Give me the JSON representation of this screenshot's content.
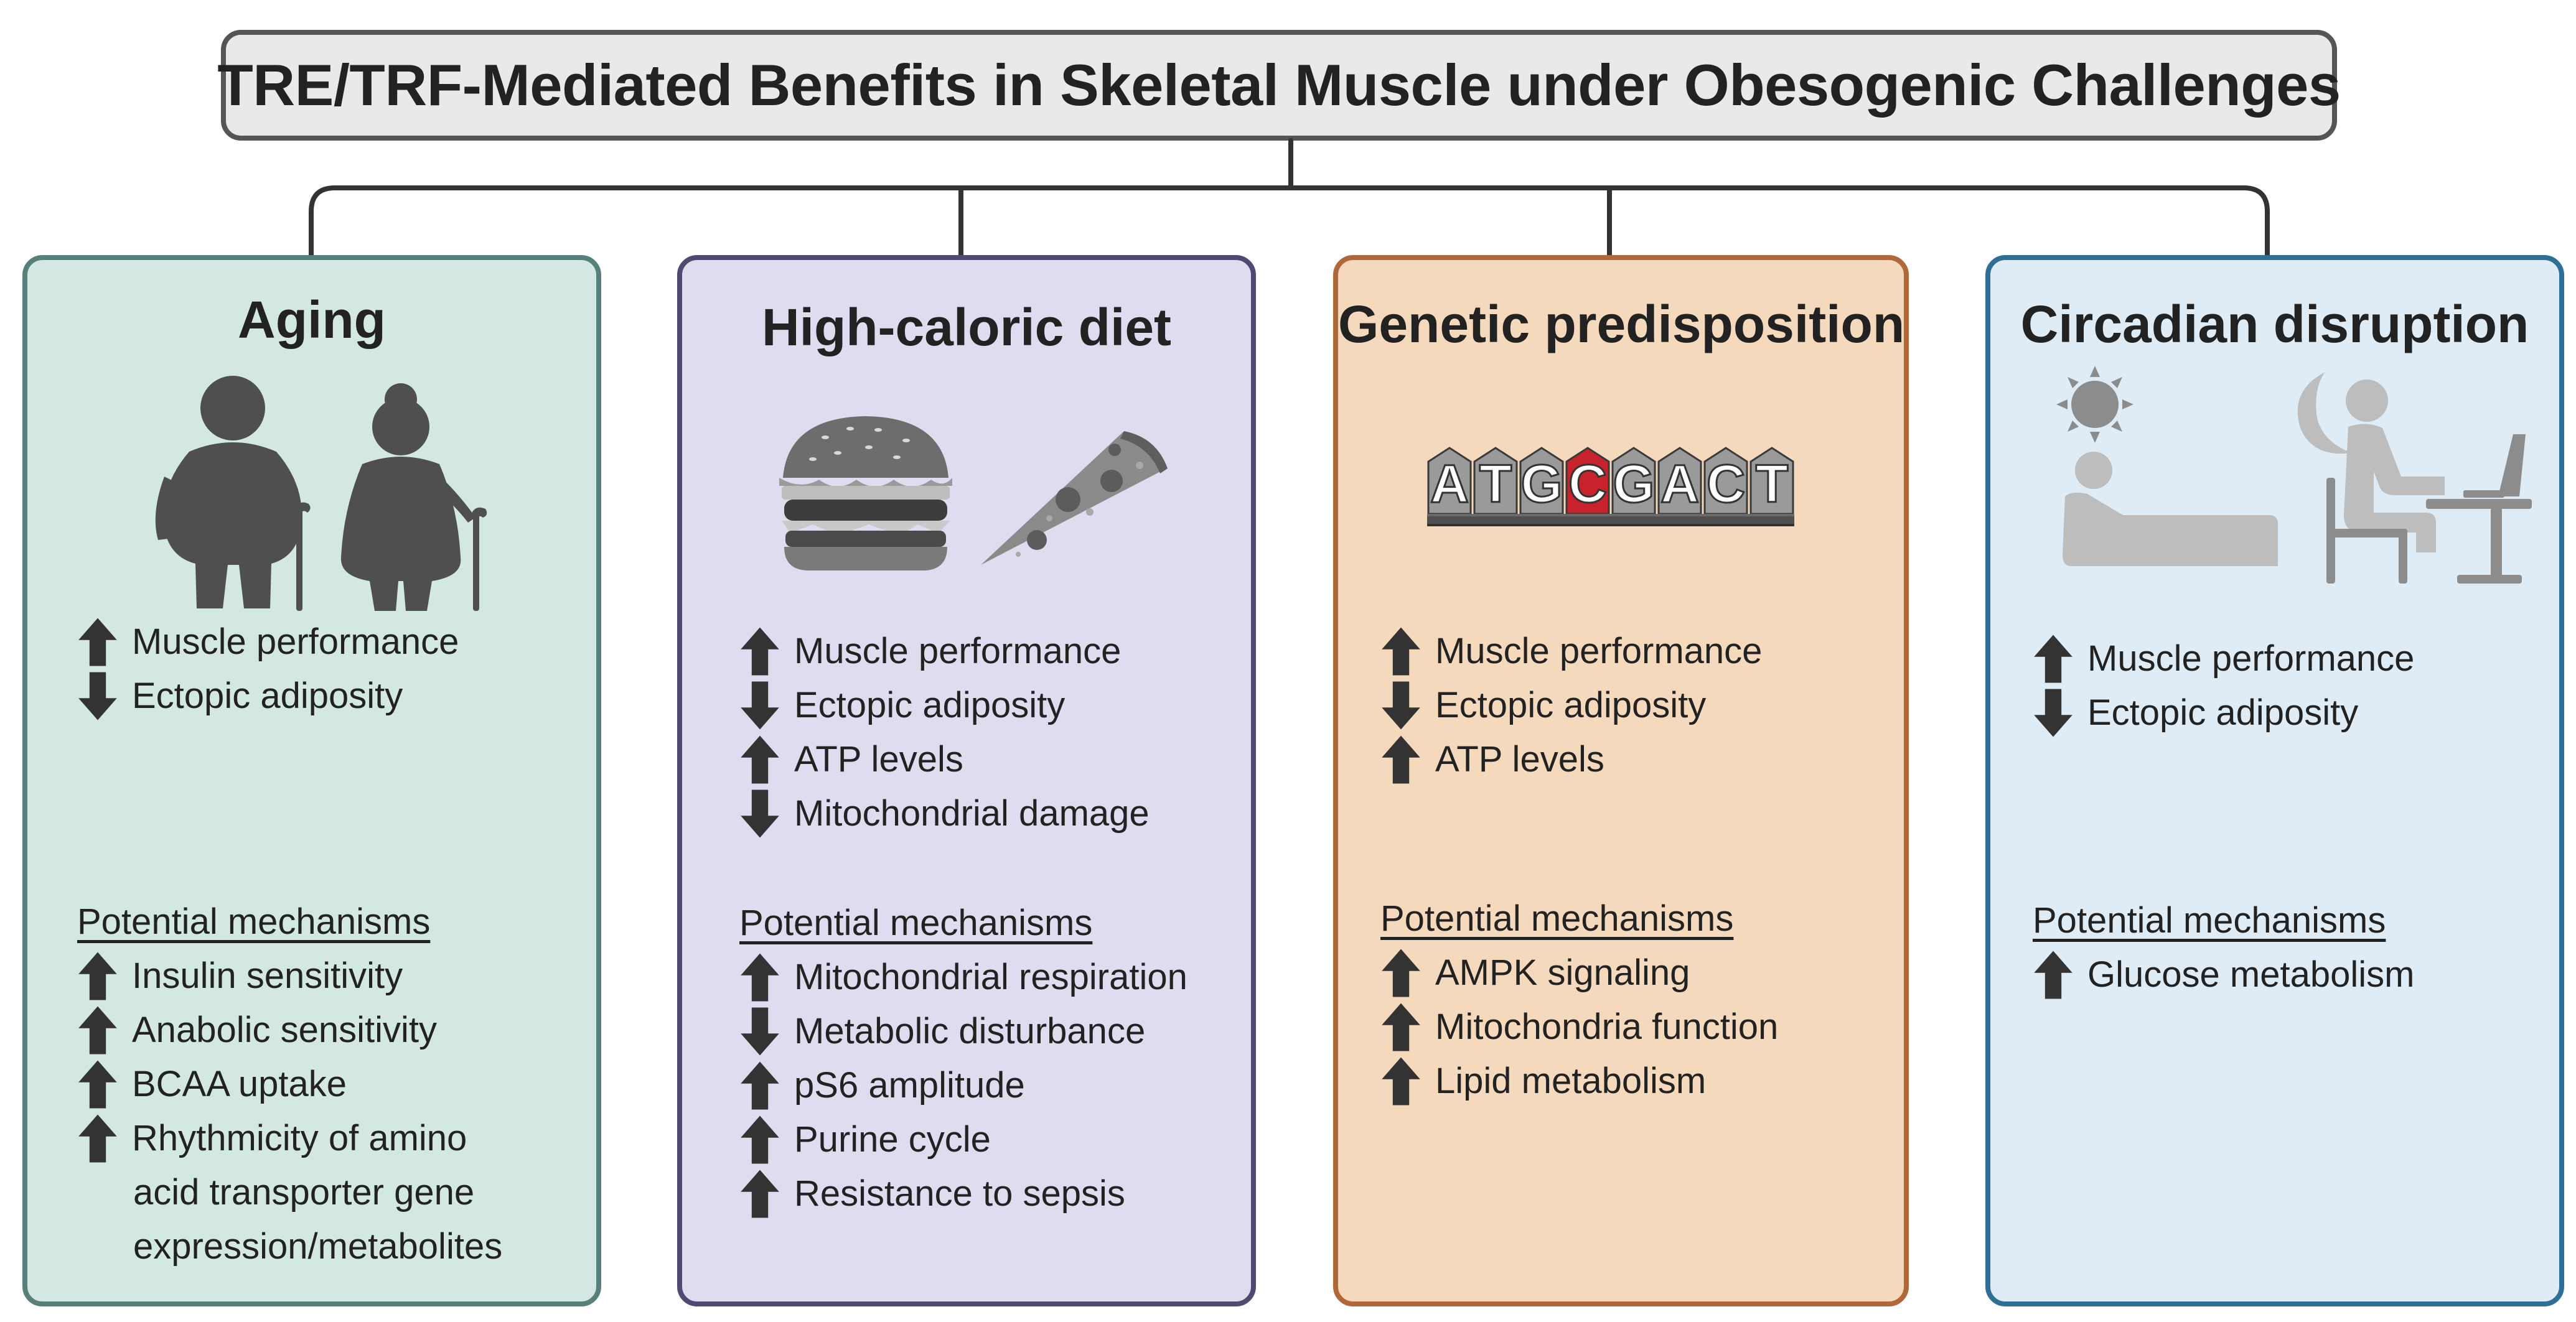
{
  "title": "TRE/TRF-Mediated Benefits in Skeletal Muscle under Obesogenic Challenges",
  "colors": {
    "aging_fill": "#d4e8e3",
    "aging_border": "#58807a",
    "diet_fill": "#dedcef",
    "diet_border": "#4f4a72",
    "genetic_fill": "#f5d9bc",
    "genetic_border": "#b0683a",
    "circadian_fill": "#dfecf6",
    "circadian_border": "#2f6f96",
    "arrow": "#333333"
  },
  "panels": [
    {
      "id": "aging",
      "title": "Aging",
      "icon": "elderly-couple-with-canes-icon",
      "effects": [
        {
          "dir": "up",
          "text": "Muscle performance"
        },
        {
          "dir": "down",
          "text": "Ectopic adiposity"
        }
      ],
      "mech_heading": "Potential mechanisms",
      "mechanisms": [
        {
          "dir": "up",
          "lines": [
            "Insulin sensitivity"
          ]
        },
        {
          "dir": "up",
          "lines": [
            "Anabolic sensitivity"
          ]
        },
        {
          "dir": "up",
          "lines": [
            "BCAA uptake"
          ]
        },
        {
          "dir": "up",
          "lines": [
            "Rhythmicity of amino",
            "acid transporter gene",
            "expression/metabolites"
          ]
        }
      ]
    },
    {
      "id": "diet",
      "title": "High-caloric diet",
      "icon": "burger-and-pizza-icon",
      "effects": [
        {
          "dir": "up",
          "text": "Muscle performance"
        },
        {
          "dir": "down",
          "text": "Ectopic adiposity"
        },
        {
          "dir": "up",
          "text": "ATP levels"
        },
        {
          "dir": "down",
          "text": "Mitochondrial damage"
        }
      ],
      "mech_heading": "Potential mechanisms",
      "mechanisms": [
        {
          "dir": "up",
          "lines": [
            "Mitochondrial respiration"
          ]
        },
        {
          "dir": "down",
          "lines": [
            "Metabolic disturbance"
          ]
        },
        {
          "dir": "up",
          "lines": [
            "pS6 amplitude"
          ]
        },
        {
          "dir": "up",
          "lines": [
            "Purine cycle"
          ]
        },
        {
          "dir": "up",
          "lines": [
            "Resistance to sepsis"
          ]
        }
      ]
    },
    {
      "id": "genetic",
      "title": "Genetic predisposition",
      "icon": "dna-sequence-icon",
      "dna_letters": [
        "A",
        "T",
        "G",
        "C",
        "G",
        "A",
        "C",
        "T"
      ],
      "effects": [
        {
          "dir": "up",
          "text": "Muscle performance"
        },
        {
          "dir": "down",
          "text": "Ectopic adiposity"
        },
        {
          "dir": "up",
          "text": "ATP levels"
        }
      ],
      "mech_heading": "Potential mechanisms",
      "mechanisms": [
        {
          "dir": "up",
          "lines": [
            "AMPK signaling"
          ]
        },
        {
          "dir": "up",
          "lines": [
            "Mitochondria function"
          ]
        },
        {
          "dir": "up",
          "lines": [
            "Lipid metabolism"
          ]
        }
      ]
    },
    {
      "id": "circadian",
      "title": "Circadian disruption",
      "icon": "day-sleep-night-work-icon",
      "effects": [
        {
          "dir": "up",
          "text": "Muscle performance"
        },
        {
          "dir": "down",
          "text": "Ectopic adiposity"
        }
      ],
      "mech_heading": "Potential mechanisms",
      "mechanisms": [
        {
          "dir": "up",
          "lines": [
            "Glucose metabolism"
          ]
        }
      ]
    }
  ]
}
